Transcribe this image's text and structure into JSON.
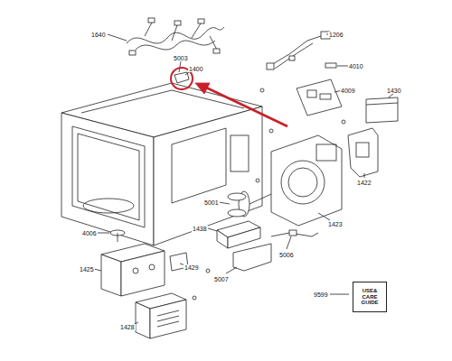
{
  "diagram": {
    "nodes": [
      {
        "text": [
          "USE& CARE GUIDE"
        ]
      }
    ],
    "labels": [
      "1640",
      "1206",
      "5003",
      "4010",
      "1400",
      "4009",
      "1430",
      "1422",
      "5001",
      "1423",
      "4006",
      "1438",
      "5006",
      "1425",
      "1429",
      "5007",
      "9599",
      "1428"
    ]
  }
}
